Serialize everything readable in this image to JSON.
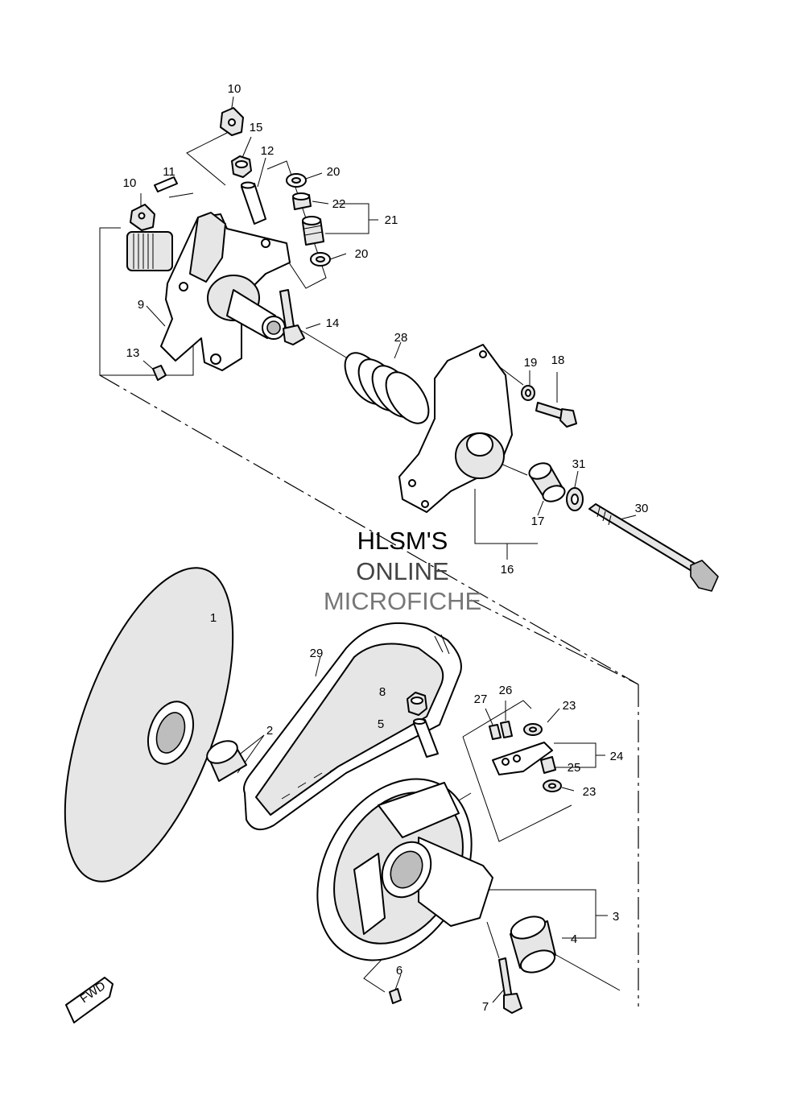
{
  "watermark": {
    "line1": "HLSM'S",
    "line2": "ONLINE",
    "line3": "MICROFICHE"
  },
  "fwd_badge": "FWD",
  "callouts": {
    "c10a": "10",
    "c15": "15",
    "c12": "12",
    "c20a": "20",
    "c10b": "10",
    "c11": "11",
    "c22": "22",
    "c21": "21",
    "c20b": "20",
    "c9": "9",
    "c14": "14",
    "c13": "13",
    "c28": "28",
    "c19": "19",
    "c18": "18",
    "c31": "31",
    "c30": "30",
    "c17": "17",
    "c16": "16",
    "c1": "1",
    "c29": "29",
    "c8": "8",
    "c27": "27",
    "c26": "26",
    "c23a": "23",
    "c5": "5",
    "c2": "2",
    "c24": "24",
    "c25": "25",
    "c23b": "23",
    "c3": "3",
    "c4": "4",
    "c6": "6",
    "c7": "7"
  }
}
